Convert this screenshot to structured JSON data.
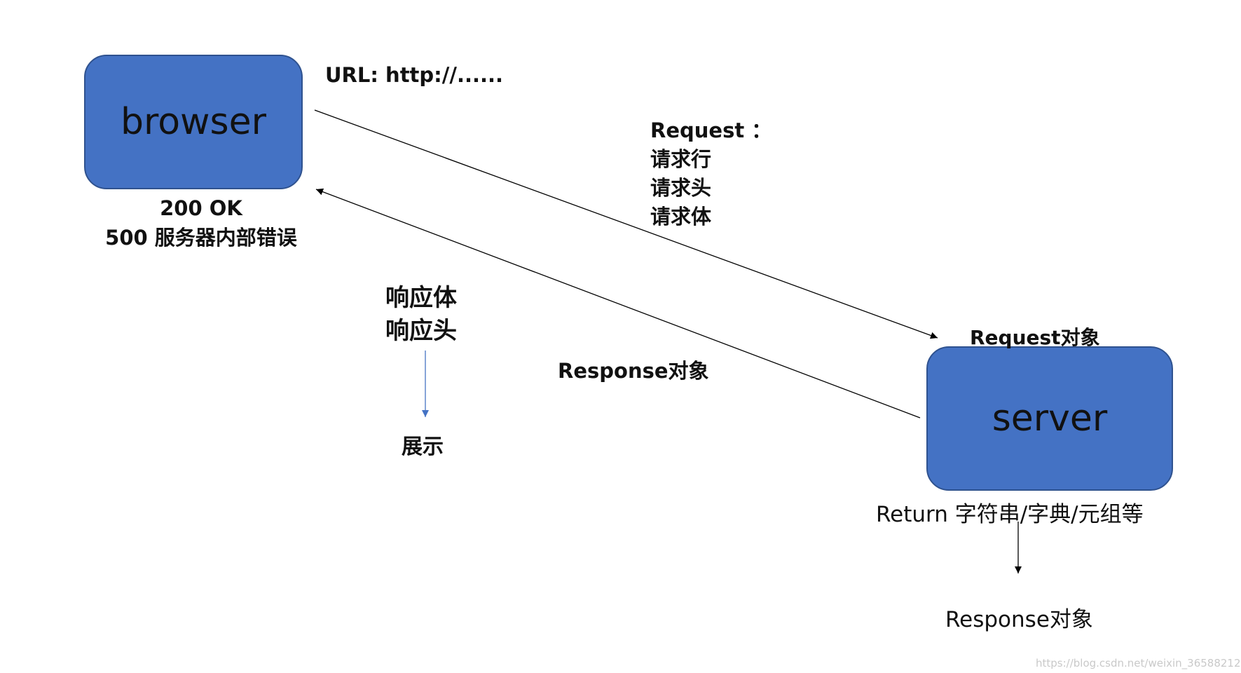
{
  "nodes": {
    "browser": "browser",
    "server": "server"
  },
  "labels": {
    "url": "URL:  http://......",
    "status": [
      "200 OK",
      "500 服务器内部错误"
    ],
    "request": [
      "Request ：",
      "请求行",
      "请求头",
      "请求体"
    ],
    "response_parts": [
      "响应体",
      "响应头"
    ],
    "display": "展示",
    "request_object": "Request对象",
    "response_object_mid": "Response对象",
    "return": "Return 字符串/字典/元组等",
    "response_object_bottom": "Response对象"
  },
  "watermark": "https://blog.csdn.net/weixin_36588212",
  "colors": {
    "box_fill": "#4472c4",
    "box_border": "#2f528f",
    "arrow_blue": "#4472c4",
    "arrow_black": "#000000"
  }
}
